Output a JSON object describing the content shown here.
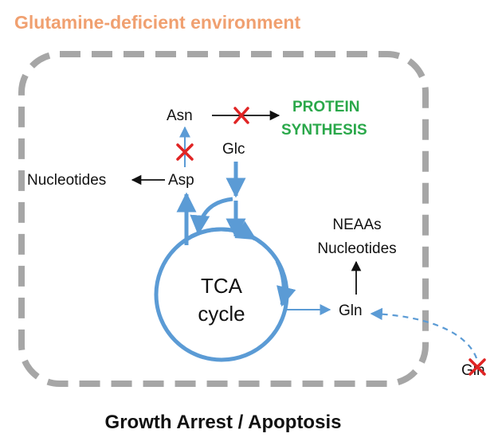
{
  "title": "Glutamine-deficient environment",
  "footer": "Growth Arrest / Apoptosis",
  "labels": {
    "asn": "Asn",
    "protein_line1": "PROTEIN",
    "protein_line2": "SYNTHESIS",
    "glc": "Glc",
    "asp": "Asp",
    "nucleotides_left": "Nucleotides",
    "neaas": "NEAAs",
    "nucleotides_right": "Nucleotides",
    "tca_line1": "TCA",
    "tca_line2": "cycle",
    "gln_inside": "Gln",
    "gln_outside": "Gln"
  },
  "colors": {
    "title": "#f0a070",
    "protein": "#2aa84a",
    "pathway": "#5b9bd5",
    "block": "#e02424",
    "cell_border": "#a6a6a6",
    "text": "#111111"
  }
}
